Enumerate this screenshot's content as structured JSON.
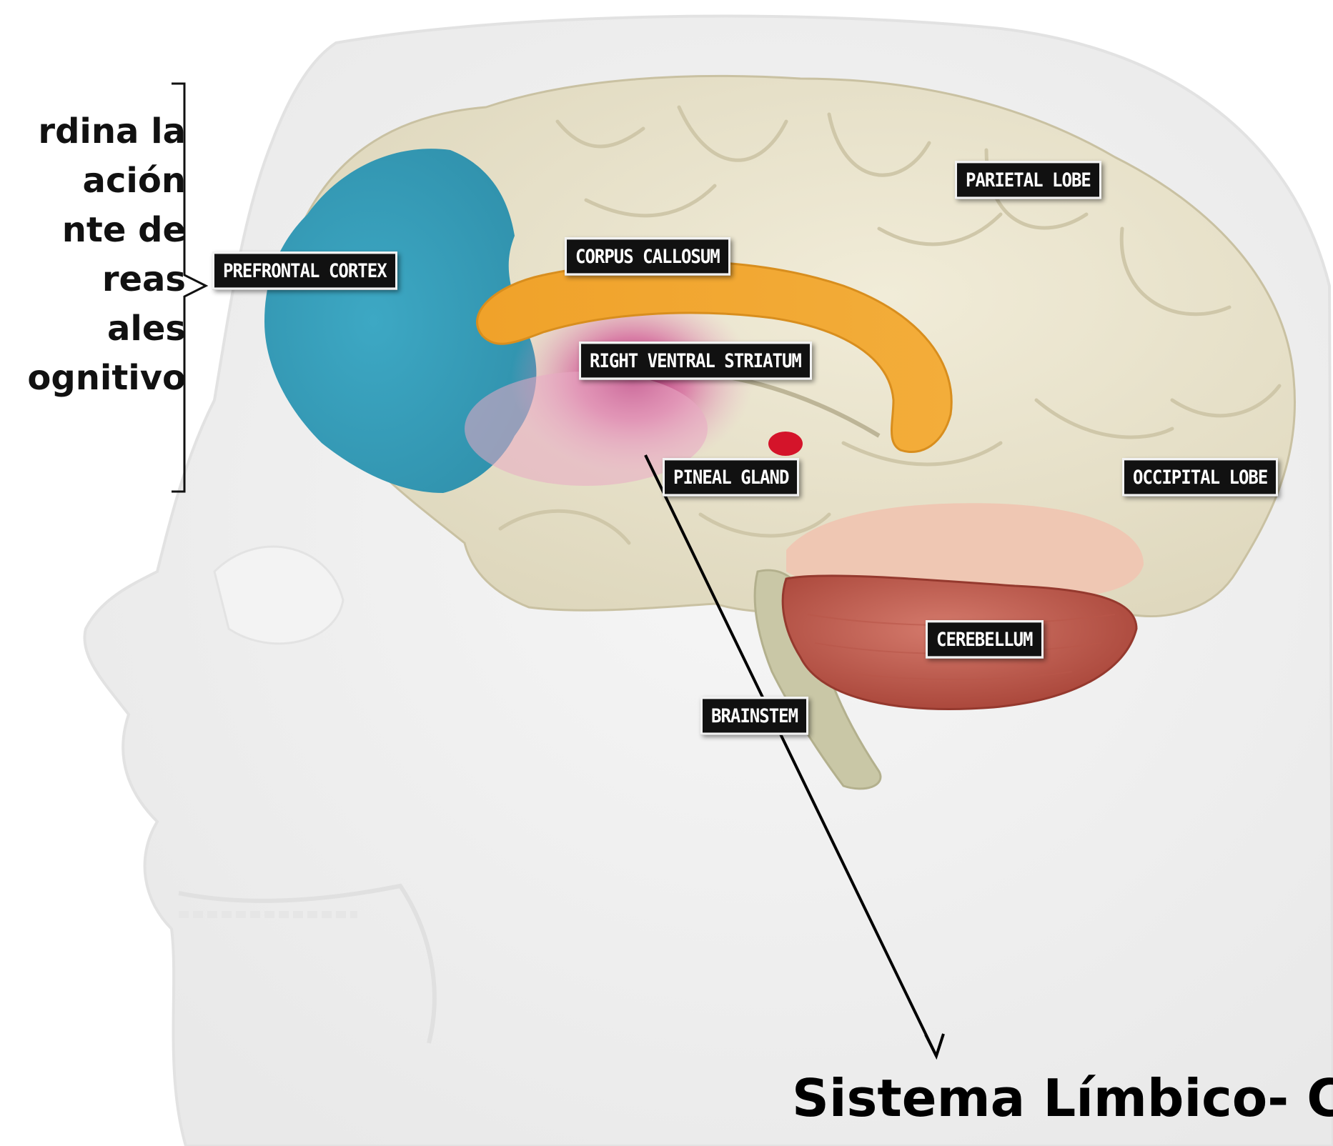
{
  "side_text": {
    "lines": [
      "rdina la",
      "ación",
      "nte de",
      "reas",
      "ales",
      "ognitivo"
    ]
  },
  "labels": {
    "prefrontal_cortex": "PREFRONTAL CORTEX",
    "corpus_callosum": "CORPUS CALLOSUM",
    "parietal_lobe": "PARIETAL LOBE",
    "right_ventral_striatum": "RIGHT VENTRAL STRIATUM",
    "pineal_gland": "PINEAL GLAND",
    "occipital_lobe": "OCCIPITAL LOBE",
    "cerebellum": "CEREBELLUM",
    "brainstem": "BRAINSTEM"
  },
  "caption": "Sistema Límbico- C",
  "colors": {
    "prefrontal_cortex": "#3aa0bd",
    "corpus_callosum": "#f0a22a",
    "ventral_striatum": "#b0126a",
    "pineal_gland": "#d4142a",
    "cerebellum": "#c05a4e",
    "brain": "#ece6cf",
    "head": "#eeeeee"
  }
}
